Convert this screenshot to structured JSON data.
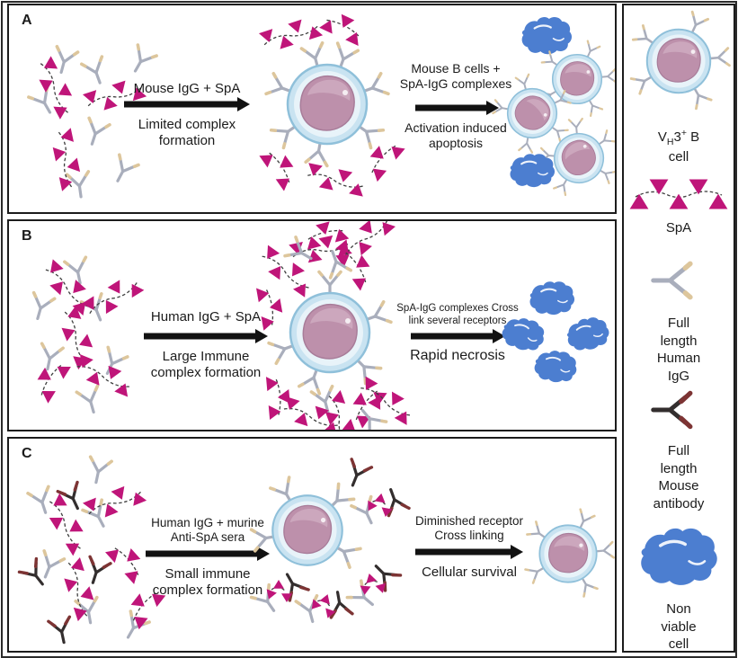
{
  "figure": {
    "panels": [
      {
        "label": "A",
        "arrow1": {
          "top": "Mouse IgG + SpA",
          "bottom": "Limited complex\nformation"
        },
        "arrow2": {
          "top": "Mouse B cells +\nSpA-IgG complexes",
          "bottom": "Activation induced\napoptosis"
        }
      },
      {
        "label": "B",
        "arrow1": {
          "top": "Human IgG + SpA",
          "bottom": "Large Immune\ncomplex formation"
        },
        "arrow2": {
          "top": "SpA-IgG complexes Cross\nlink several receptors",
          "bottom": "Rapid necrosis"
        }
      },
      {
        "label": "C",
        "arrow1": {
          "top": "Human IgG + murine\nAnti-SpA sera",
          "bottom": "Small immune\ncomplex formation"
        },
        "arrow2": {
          "top": "Diminished receptor\nCross linking",
          "bottom": "Cellular survival"
        }
      }
    ],
    "legend": {
      "bcell_label": {
        "base1": "V",
        "sub": "H",
        "base2": "3",
        "sup": "+",
        "rest": " B cell"
      },
      "spa_label": "SpA",
      "human_igg_label": "Full length\nHuman IgG",
      "mouse_ab_label": "Full length\nMouse\nantibody",
      "nonviable_label": "Non viable\ncell"
    },
    "colors": {
      "spa_triangle": "#bf1579",
      "human_igg_gray": "#a9aebc",
      "human_igg_tip": "#ddc69c",
      "mouse_ab_dark": "#332e2e",
      "mouse_ab_tip": "#7d3434",
      "cell_membrane": "#c9e3f1",
      "cell_membrane_edge": "#8fc0da",
      "cell_nucleus": "#bd90ab",
      "cell_nucleus_edge": "#a87c99",
      "cell_nucleus_light": "#cdaabf",
      "nonviable_blue": "#4c7ed0",
      "arrow_black": "#121212"
    }
  }
}
